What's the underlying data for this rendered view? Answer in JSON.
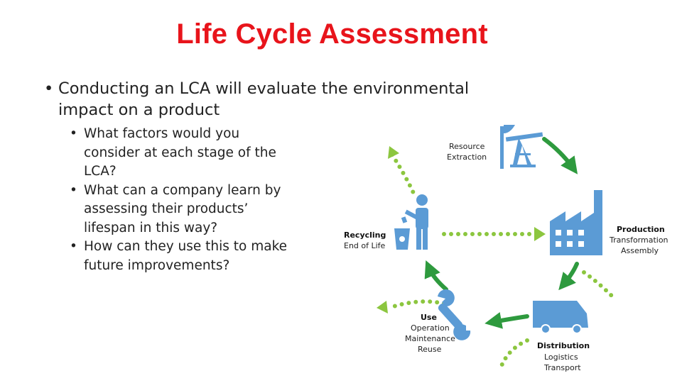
{
  "slide": {
    "title": "Life Cycle Assessment",
    "main_bullet": "Conducting an LCA will evaluate the environmental impact on a product",
    "sub_bullets": [
      "What factors would you consider at each stage of the LCA?",
      "What can a company learn by assessing their products’ lifespan in this way?",
      "How can they use this to make future improvements?"
    ]
  },
  "diagram": {
    "stages": {
      "resource": {
        "title": "Resource",
        "line2": "Extraction"
      },
      "production": {
        "title": "Production",
        "line2": "Transformation",
        "line3": "Assembly"
      },
      "distribution": {
        "title": "Distribution",
        "line2": "Logistics",
        "line3": "Transport"
      },
      "use": {
        "title": "Use",
        "line2": "Operation",
        "line3": "Maintenance",
        "line4": "Reuse"
      },
      "recycling": {
        "title": "Recycling",
        "line2": "End of Life"
      }
    },
    "colors": {
      "icon": "#5b9bd5",
      "arrow": "#2e9a3e",
      "dots": "#8cc63f"
    }
  }
}
